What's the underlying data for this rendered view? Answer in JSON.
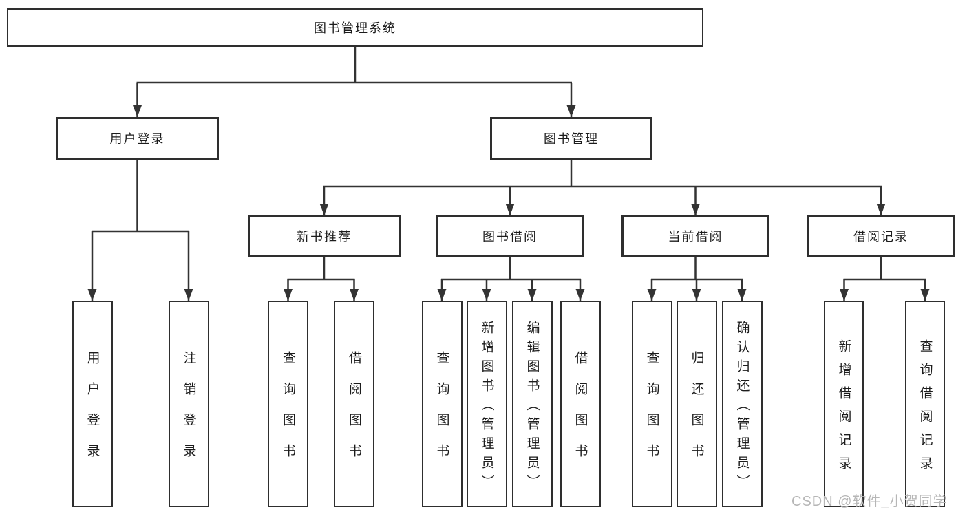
{
  "diagram": {
    "root": {
      "label": "图书管理系统"
    },
    "branches": [
      {
        "label": "用户登录",
        "children": [
          {
            "label": "用户登录"
          },
          {
            "label": "注销登录"
          }
        ]
      },
      {
        "label": "图书管理",
        "children": [
          {
            "label": "新书推荐",
            "children": [
              {
                "label": "查询图书"
              },
              {
                "label": "借阅图书"
              }
            ]
          },
          {
            "label": "图书借阅",
            "children": [
              {
                "label": "查询图书"
              },
              {
                "label": "新增图书（管理员）"
              },
              {
                "label": "编辑图书（管理员）"
              },
              {
                "label": "借阅图书"
              }
            ]
          },
          {
            "label": "当前借阅",
            "children": [
              {
                "label": "查询图书"
              },
              {
                "label": "归还图书"
              },
              {
                "label": "确认归还（管理员）"
              }
            ]
          },
          {
            "label": "借阅记录",
            "children": [
              {
                "label": "新增借阅记录"
              },
              {
                "label": "查询借阅记录"
              }
            ]
          }
        ]
      }
    ]
  },
  "watermark": "CSDN @软件_小贺同学",
  "colors": {
    "line": "#333333",
    "border": "#2e2e2e",
    "text": "#1c1c1c",
    "background": "#ffffff",
    "watermark": "#b6b6b6"
  }
}
